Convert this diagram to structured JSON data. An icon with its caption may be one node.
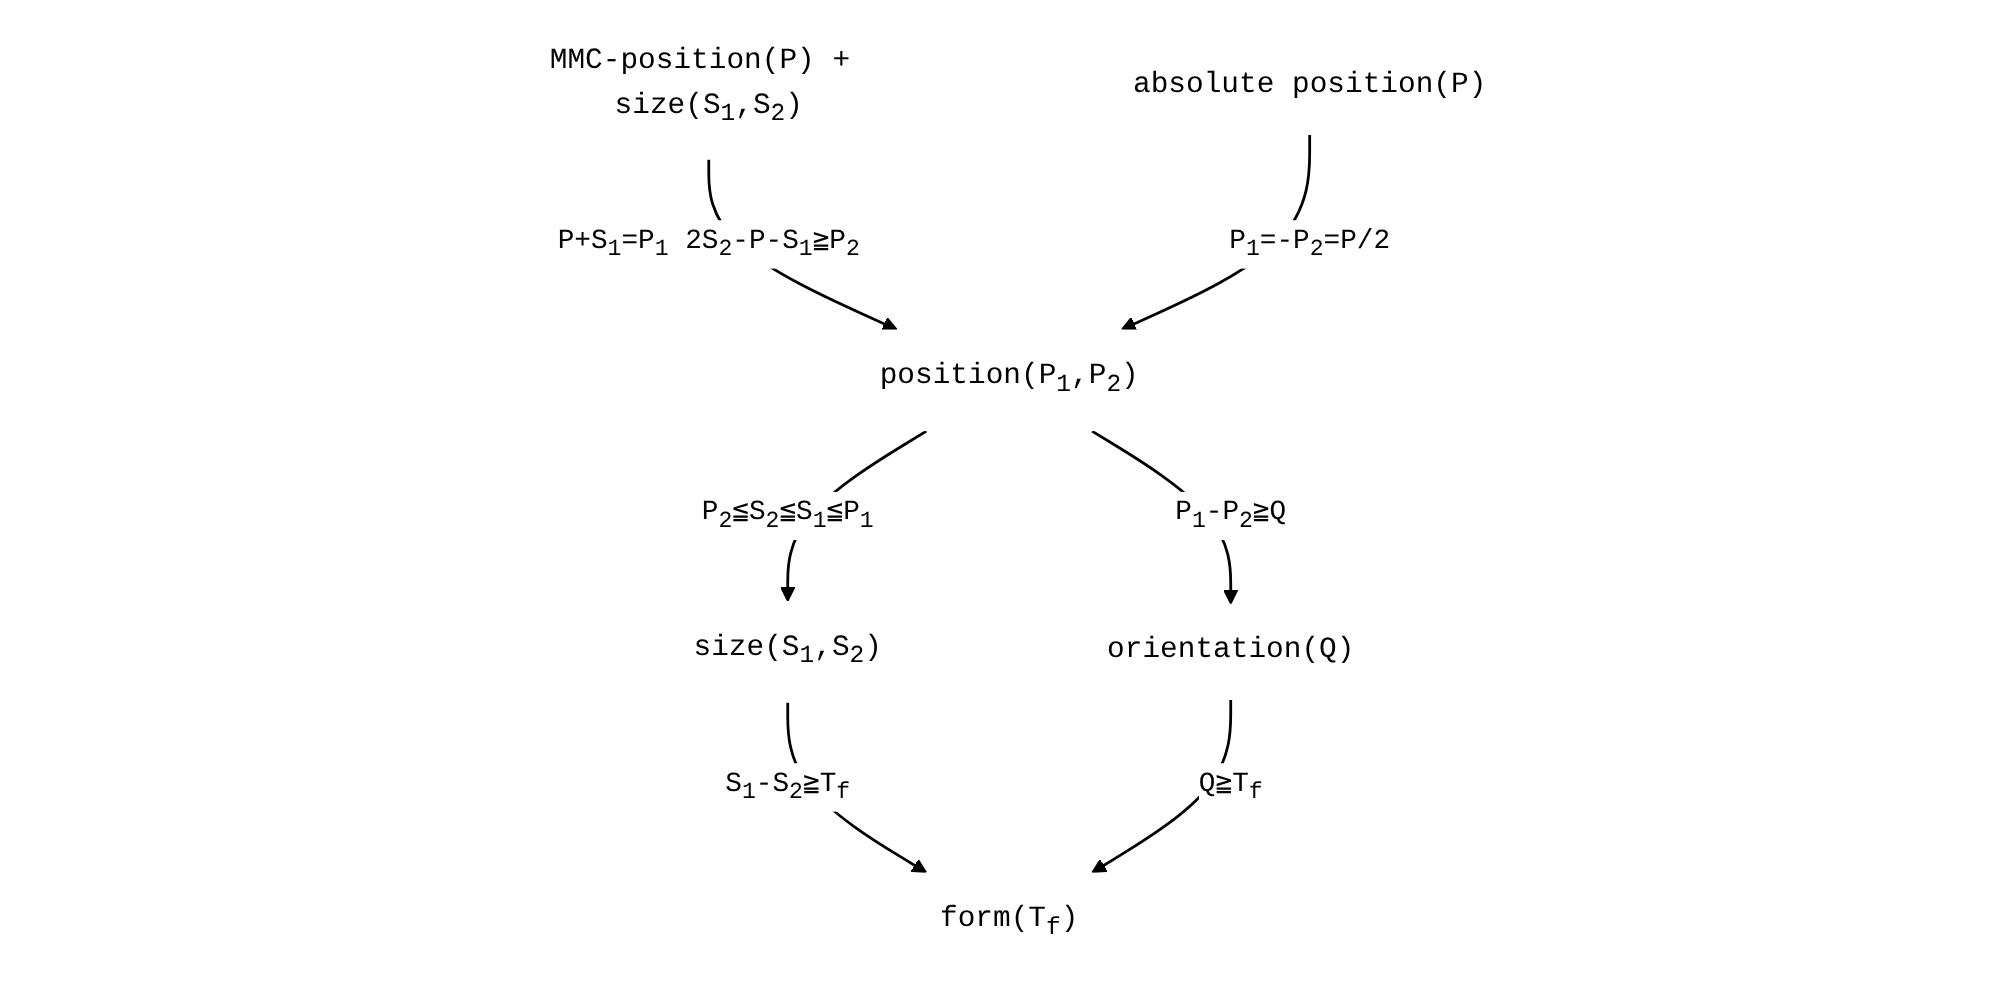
{
  "diagram": {
    "nodes": [
      {
        "text": [
          "MMC-position(P) + size(S$_{1}$,S$_{2}$)"
        ]
      },
      {
        "text": [
          "position(P$_{1}$,P$_{2}$)"
        ]
      },
      {
        "text": [
          "absolute position(P)"
        ]
      },
      {
        "text": [
          "size(S$_{1}$,S$_{2}$)"
        ]
      },
      {
        "text": [
          "orientation(Q)"
        ]
      },
      {
        "text": [
          "form(T$_{f}$)"
        ]
      }
    ],
    "edges": [
      {
        "from": 0,
        "to": 1,
        "arrow": "to",
        "label": "P+S$_{1}$=P$_{1}$ 2S$_{2}$-P-S$_{1}$≧P$_{2}$"
      },
      {
        "from": 2,
        "to": 1,
        "arrow": "to",
        "label": "P$_{1}$=-P$_{2}$=P/2"
      },
      {
        "from": 1,
        "to": 3,
        "arrow": "to",
        "label": "P$_{2}$≦S$_{2}$≦S$_{1}$≦P$_{1}$"
      },
      {
        "from": 1,
        "to": 4,
        "arrow": "to",
        "label": "P$_{1}$-P$_{2}$≧Q"
      },
      {
        "from": 3,
        "to": 5,
        "arrow": "to",
        "label": "S$_{1}$-S$_{2}$≧T$_{f}$"
      },
      {
        "from": 4,
        "to": 5,
        "arrow": "to",
        "label": "Q≧T$_{f}$"
      }
    ]
  }
}
